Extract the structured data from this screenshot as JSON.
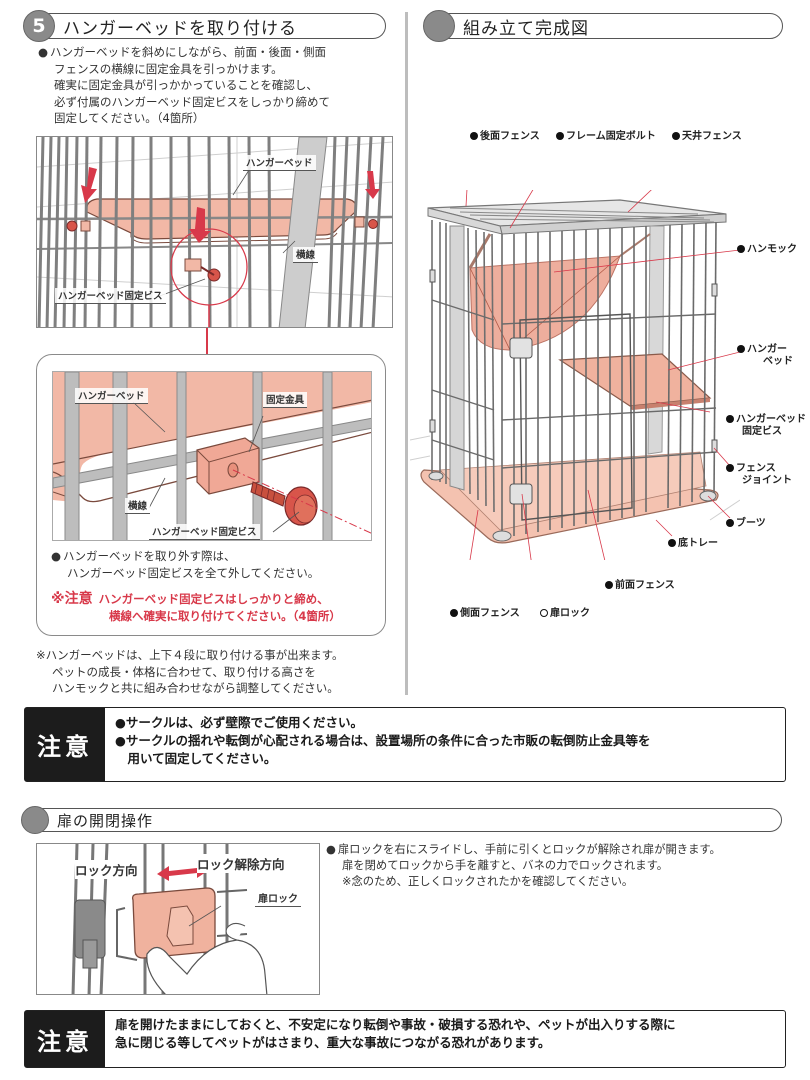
{
  "step5": {
    "number": "5",
    "title": "ハンガーベッドを取り付ける",
    "instructions": [
      "ハンガーベッドを斜めにしながら、前面・後面・側面",
      "フェンスの横線に固定金具を引っかけます。",
      "確実に固定金具が引っかかっていることを確認し、",
      "必ず付属のハンガーベッド固定ビスをしっかり締めて",
      "固定してください。（4箇所）"
    ],
    "figure1_callouts": {
      "hanger_bed": "ハンガーベッド",
      "crossbar": "横線",
      "screw": "ハンガーベッド固定ビス"
    },
    "detail_callouts": {
      "hanger_bed": "ハンガーベッド",
      "bracket": "固定金具",
      "crossbar": "横線",
      "screw": "ハンガーベッド固定ビス"
    },
    "removal_note": [
      "ハンガーベッドを取り外す際は、",
      "ハンガーベッド固定ビスを全て外してください。"
    ],
    "warning": {
      "head": "※注意",
      "lines": [
        "ハンガーベッド固定ビスはしっかりと締め、",
        "横線へ確実に取り付けてください。（4箇所）"
      ]
    },
    "footnote": [
      "※ハンガーベッドは、上下４段に取り付ける事が出来ます。",
      "ペットの成長・体格に合わせて、取り付ける高さを",
      "ハンモックと共に組み合わせながら調整してください。"
    ]
  },
  "assembly": {
    "title": "組み立て完成図",
    "labels": {
      "rear_fence": "後面フェンス",
      "frame_bolt": "フレーム固定ボルト",
      "top_fence": "天井フェンス",
      "hammock": "ハンモック",
      "hanger_bed_1": "ハンガー",
      "hanger_bed_2": "ベッド",
      "bed_screw_1": "ハンガーベッド",
      "bed_screw_2": "固定ビス",
      "fence_joint_1": "フェンス",
      "fence_joint_2": "ジョイント",
      "boots": "ブーツ",
      "bottom_tray": "底トレー",
      "front_fence": "前面フェンス",
      "side_fence": "側面フェンス",
      "door_lock": "扉ロック"
    }
  },
  "caution1": {
    "tag": "注意",
    "lines": [
      "●サークルは、必ず壁際でご使用ください。",
      "●サークルの揺れや転倒が心配される場合は、設置場所の条件に合った市販の転倒防止金具等を",
      "　用いて固定してください。"
    ]
  },
  "door": {
    "title": "扉の開閉操作",
    "callouts": {
      "lock_dir": "ロック方向",
      "unlock_dir": "ロック解除方向",
      "door_lock": "扉ロック"
    },
    "instructions": [
      "扉ロックを右にスライドし、手前に引くとロックが解除され扉が開きます。",
      "扉を閉めてロックから手を離すと、バネの力でロックされます。",
      "※念のため、正しくロックされたかを確認してください。"
    ]
  },
  "caution2": {
    "tag": "注意",
    "lines": [
      "扉を開けたままにしておくと、不安定になり転倒や事故・破損する恐れや、ペットが出入りする際に",
      "急に閉じる等してペットがはさまり、重大な事故につながる恐れがあります。"
    ]
  },
  "colors": {
    "accent_red": "#d8394a",
    "salmon": "#f2b8a6",
    "bar_gray": "#a8a8a8",
    "header_gray": "#8a8a8a",
    "caution_black": "#1c1c1c"
  }
}
